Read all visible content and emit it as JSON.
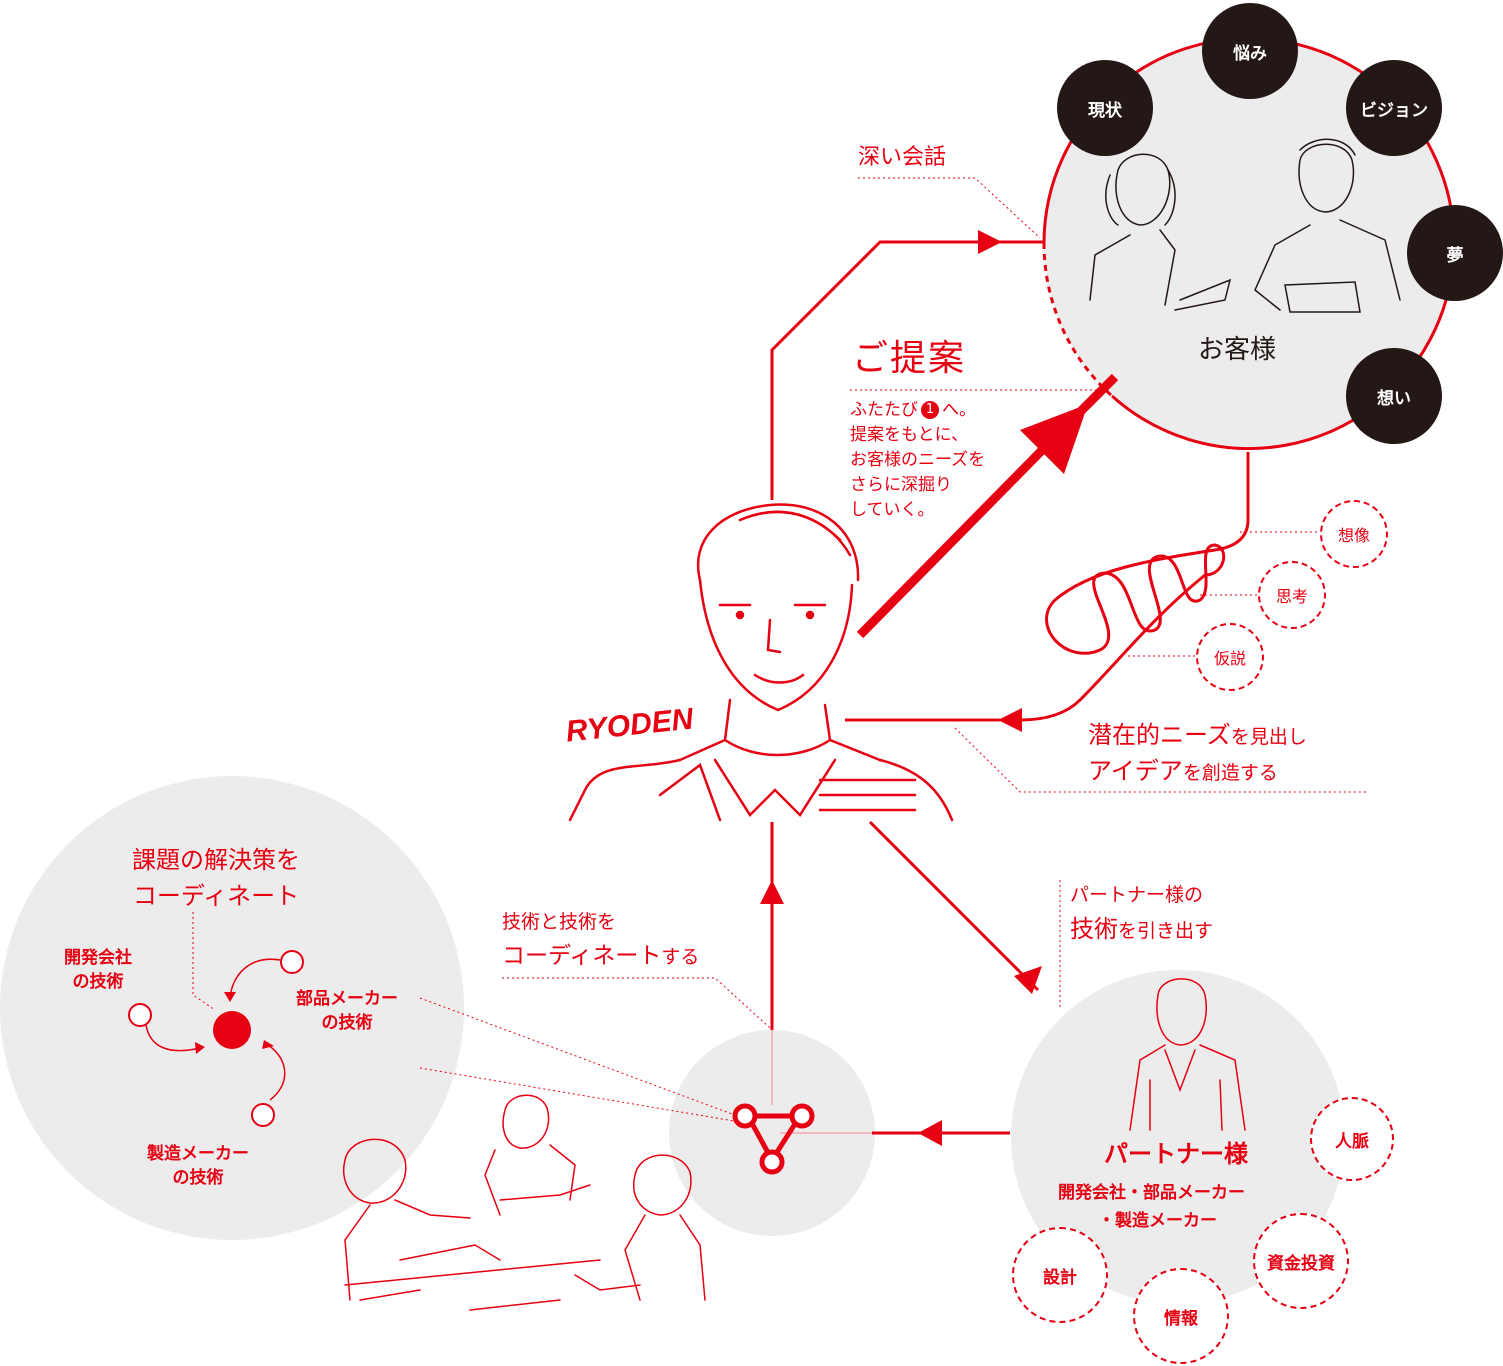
{
  "colors": {
    "accent": "#e60012",
    "dark": "#231815",
    "bubble": "#ececec"
  },
  "ryoden": {
    "logo": "RYODEN"
  },
  "customer": {
    "label": "お客様",
    "tags": [
      "悩み",
      "現状",
      "ビジョン",
      "夢",
      "想い"
    ]
  },
  "conversation": {
    "label": "深い会話"
  },
  "proposal": {
    "title": "ご提案",
    "lines": [
      "ふたたび",
      "へ。",
      "提案をもとに、",
      "お客様のニーズを",
      "さらに深掘り",
      "していく。"
    ],
    "step_number": "1"
  },
  "thinking": {
    "items": [
      "想像",
      "思考",
      "仮説"
    ]
  },
  "latent": {
    "line1_a": "潜在的ニーズ",
    "line1_b": "を見出し",
    "line2_a": "アイデア",
    "line2_b": "を創造する"
  },
  "partner_intro": {
    "line1": "パートナー様の",
    "line2_a": "技術",
    "line2_b": "を引き出す"
  },
  "partner": {
    "label": "パートナー様",
    "sub1": "開発会社・部品メーカー",
    "sub2": "・製造メーカー",
    "resources": [
      "人脈",
      "設計",
      "情報",
      "資金投資"
    ]
  },
  "coordinate_tech": {
    "line1": "技術と技術を",
    "line2_a": "コーディネート",
    "line2_b": "する"
  },
  "solution": {
    "title1": "課題の解決策を",
    "title2": "コーディネート",
    "dev_line1": "開発会社",
    "dev_line2": "の技術",
    "parts_line1": "部品メーカー",
    "parts_line2": "の技術",
    "mfg_line1": "製造メーカー",
    "mfg_line2": "の技術"
  }
}
